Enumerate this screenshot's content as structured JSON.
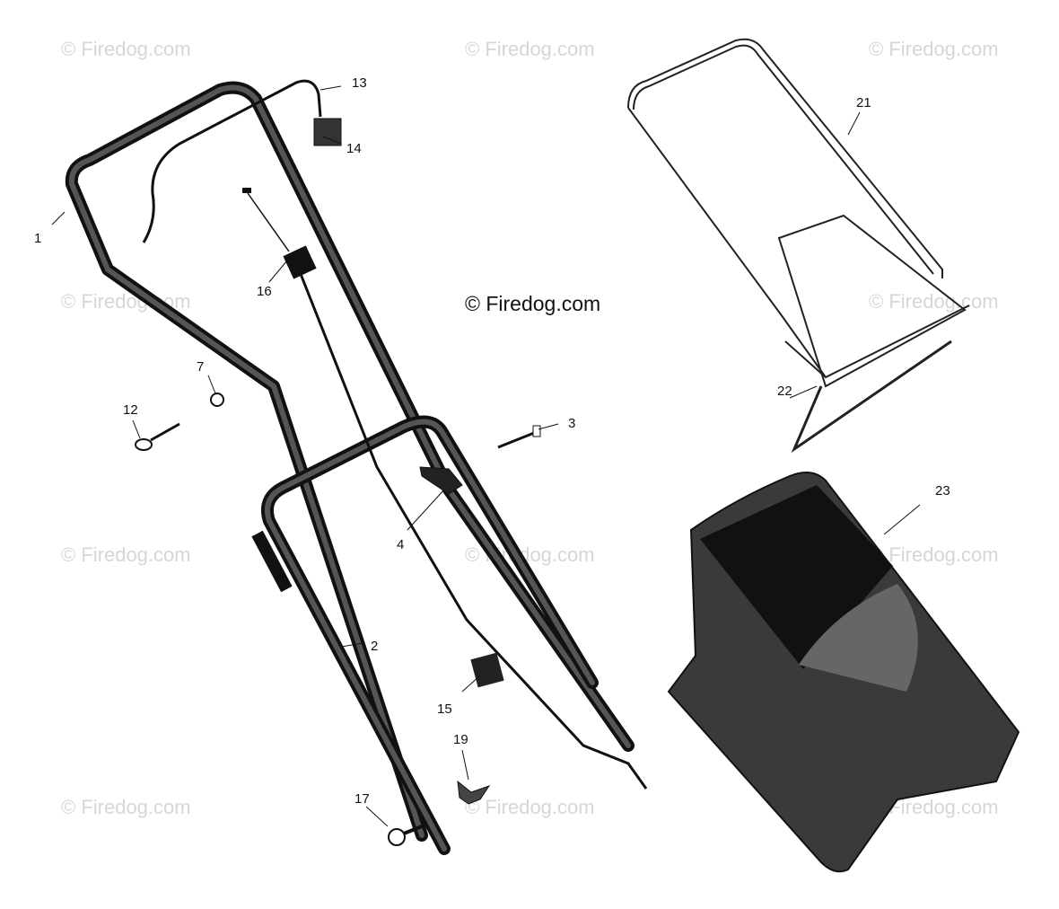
{
  "watermark_text": "© Firedog.com",
  "center_mark": "© Firedog.com",
  "callouts": {
    "c1": "1",
    "c2": "2",
    "c3": "3",
    "c4": "4",
    "c7": "7",
    "c12": "12",
    "c13": "13",
    "c14": "14",
    "c15": "15",
    "c16": "16",
    "c17": "17",
    "c19": "19",
    "c21": "21",
    "c22": "22",
    "c23": "23"
  },
  "colors": {
    "line": "#111111",
    "watermark": "#d6d6d6",
    "background": "#ffffff",
    "bag_fill": "#3a3a3a"
  }
}
